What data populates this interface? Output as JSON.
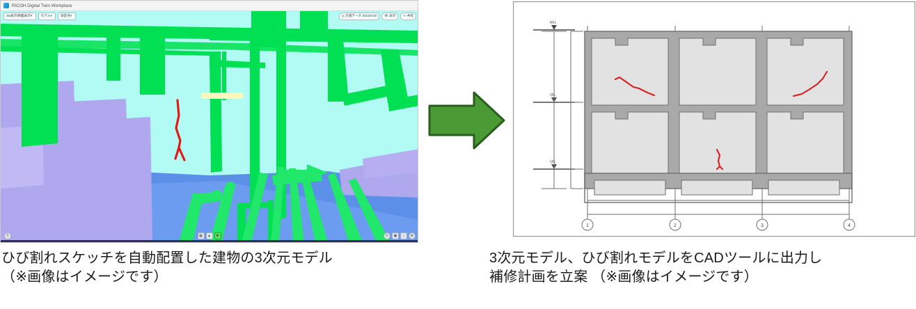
{
  "viewer_window": {
    "title": "RICOH Digital Twin Workplace",
    "logo_icon": "ricoh-logo-icon",
    "toolbar": {
      "left_items": [
        {
          "label": "3D表示/断面表示",
          "icon": "chevron-down-icon"
        },
        {
          "label": "モデル",
          "icon": "chevron-down-icon"
        },
        {
          "label": "測定点",
          "icon": "chevron-down-icon"
        }
      ],
      "right_items": [
        {
          "label": "計測データ 2023/4/18",
          "icon": "clock-icon"
        },
        {
          "label": "表示",
          "icon": "eye-icon"
        },
        {
          "label": "共有",
          "icon": "share-icon"
        }
      ]
    },
    "bottom_bar": {
      "left_button": {
        "label": "0",
        "icon": "info-icon"
      },
      "center_buttons": [
        {
          "icon": "grid-view-icon"
        },
        {
          "icon": "walk-mode-icon"
        },
        {
          "icon": "crack-sketch-icon"
        }
      ],
      "right_buttons": [
        {
          "icon": "reset-view-icon"
        },
        {
          "icon": "layers-icon"
        },
        {
          "icon": "ruler-icon"
        },
        {
          "icon": "settings-icon"
        }
      ]
    },
    "scene": {
      "background_color": "#b2fbf4",
      "structure_color": "#00e052",
      "floor_color": "#5b8fe8",
      "secondary_color": "#b0a8ef",
      "crack_color": "#e01b16",
      "label_color": "#fdf6c0",
      "label_text": ""
    }
  },
  "flow_arrow": {
    "icon": "right-arrow-icon",
    "fill": "#4a9b36",
    "stroke": "#2a5c1d"
  },
  "cad_drawing": {
    "wall_fill": "#a9a9a9",
    "room_fill": "#e2e2e2",
    "line_color": "#6e6e6e",
    "crack_color": "#d42020",
    "grid_bubbles": [
      "1",
      "2",
      "3",
      "4"
    ],
    "level_markers": [
      "RFL",
      "2FL",
      "1FL"
    ],
    "bays": 3,
    "floors": 2,
    "cracks": [
      {
        "location": "bay-1-upper-floor"
      },
      {
        "location": "bay-3-upper-floor"
      },
      {
        "location": "bay-2-lower-floor"
      }
    ]
  },
  "captions": {
    "left_line1": "ひび割れスケッチを自動配置した建物の3次元モデル",
    "left_line2": "（※画像はイメージです）",
    "right_line1": "3次元モデル、ひび割れモデルをCADツールに出力し",
    "right_line2": "補修計画を立案 （※画像はイメージです）"
  }
}
